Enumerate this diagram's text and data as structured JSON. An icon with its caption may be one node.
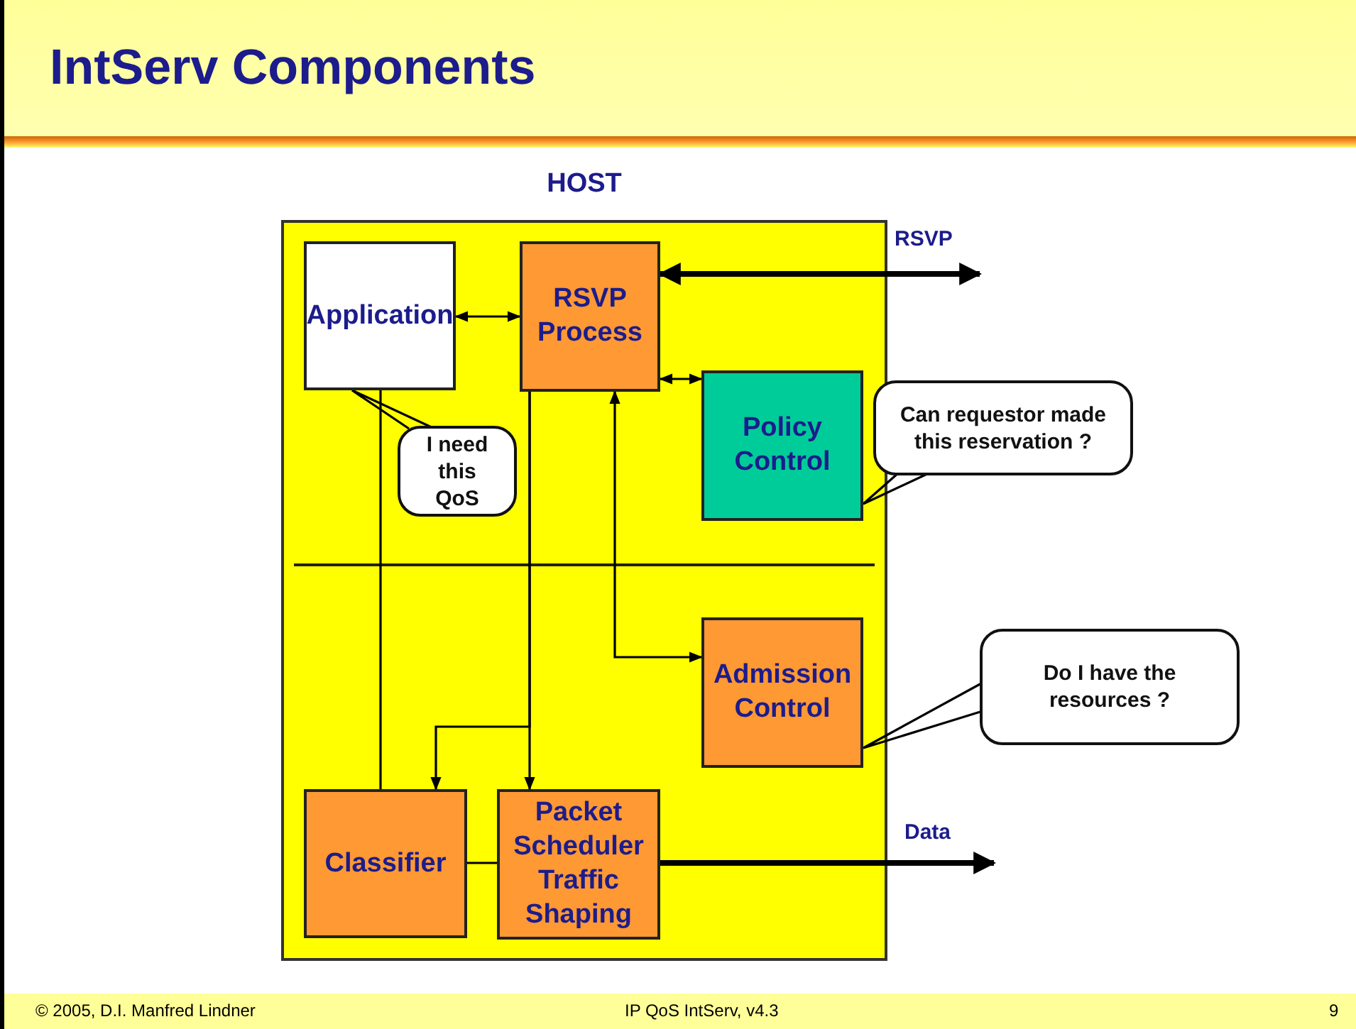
{
  "diagram": {
    "title": "IntServ Components",
    "nodes": [
      {
        "text": [
          "HOST"
        ]
      },
      {
        "text": [
          "Application"
        ],
        "in": 0
      },
      {
        "text": [
          "RSVP Process"
        ],
        "in": 0
      },
      {
        "text": [
          "Policy Control"
        ],
        "in": 0
      },
      {
        "text": [
          "I need this QoS"
        ],
        "in": 0
      },
      {
        "text": [
          "Can requestor made this reservation ?"
        ]
      },
      {
        "text": [
          "Admission Control"
        ],
        "in": 0
      },
      {
        "text": [
          "Do I have the resources ?"
        ]
      },
      {
        "text": [
          "Classifier"
        ],
        "in": 0
      },
      {
        "text": [
          "Packet Scheduler Traffic Shaping"
        ],
        "in": 0
      }
    ],
    "edges": [
      {
        "from": 1,
        "to": 2,
        "arrow": "both"
      },
      {
        "from": 2,
        "to": null,
        "arrow": "both",
        "label": "RSVP",
        "style": "thick"
      },
      {
        "from": 2,
        "to": 3,
        "arrow": "both"
      },
      {
        "from": 4,
        "to": 1,
        "arrow": "none"
      },
      {
        "from": 5,
        "to": 3,
        "arrow": "none"
      },
      {
        "from": 2,
        "to": 6,
        "arrow": "both"
      },
      {
        "from": 7,
        "to": 6,
        "arrow": "none"
      },
      {
        "from": 1,
        "to": 8,
        "arrow": "none"
      },
      {
        "from": 2,
        "to": 9,
        "arrow": "to"
      },
      {
        "from": 2,
        "to": 8,
        "arrow": "to"
      },
      {
        "from": 8,
        "to": 9,
        "arrow": "none"
      },
      {
        "from": 9,
        "to": null,
        "arrow": "to",
        "label": "Data",
        "style": "thick"
      }
    ],
    "labels": [
      "© 2005, D.I. Manfred Lindner",
      "IP QoS IntServ, v4.3",
      "9"
    ]
  }
}
